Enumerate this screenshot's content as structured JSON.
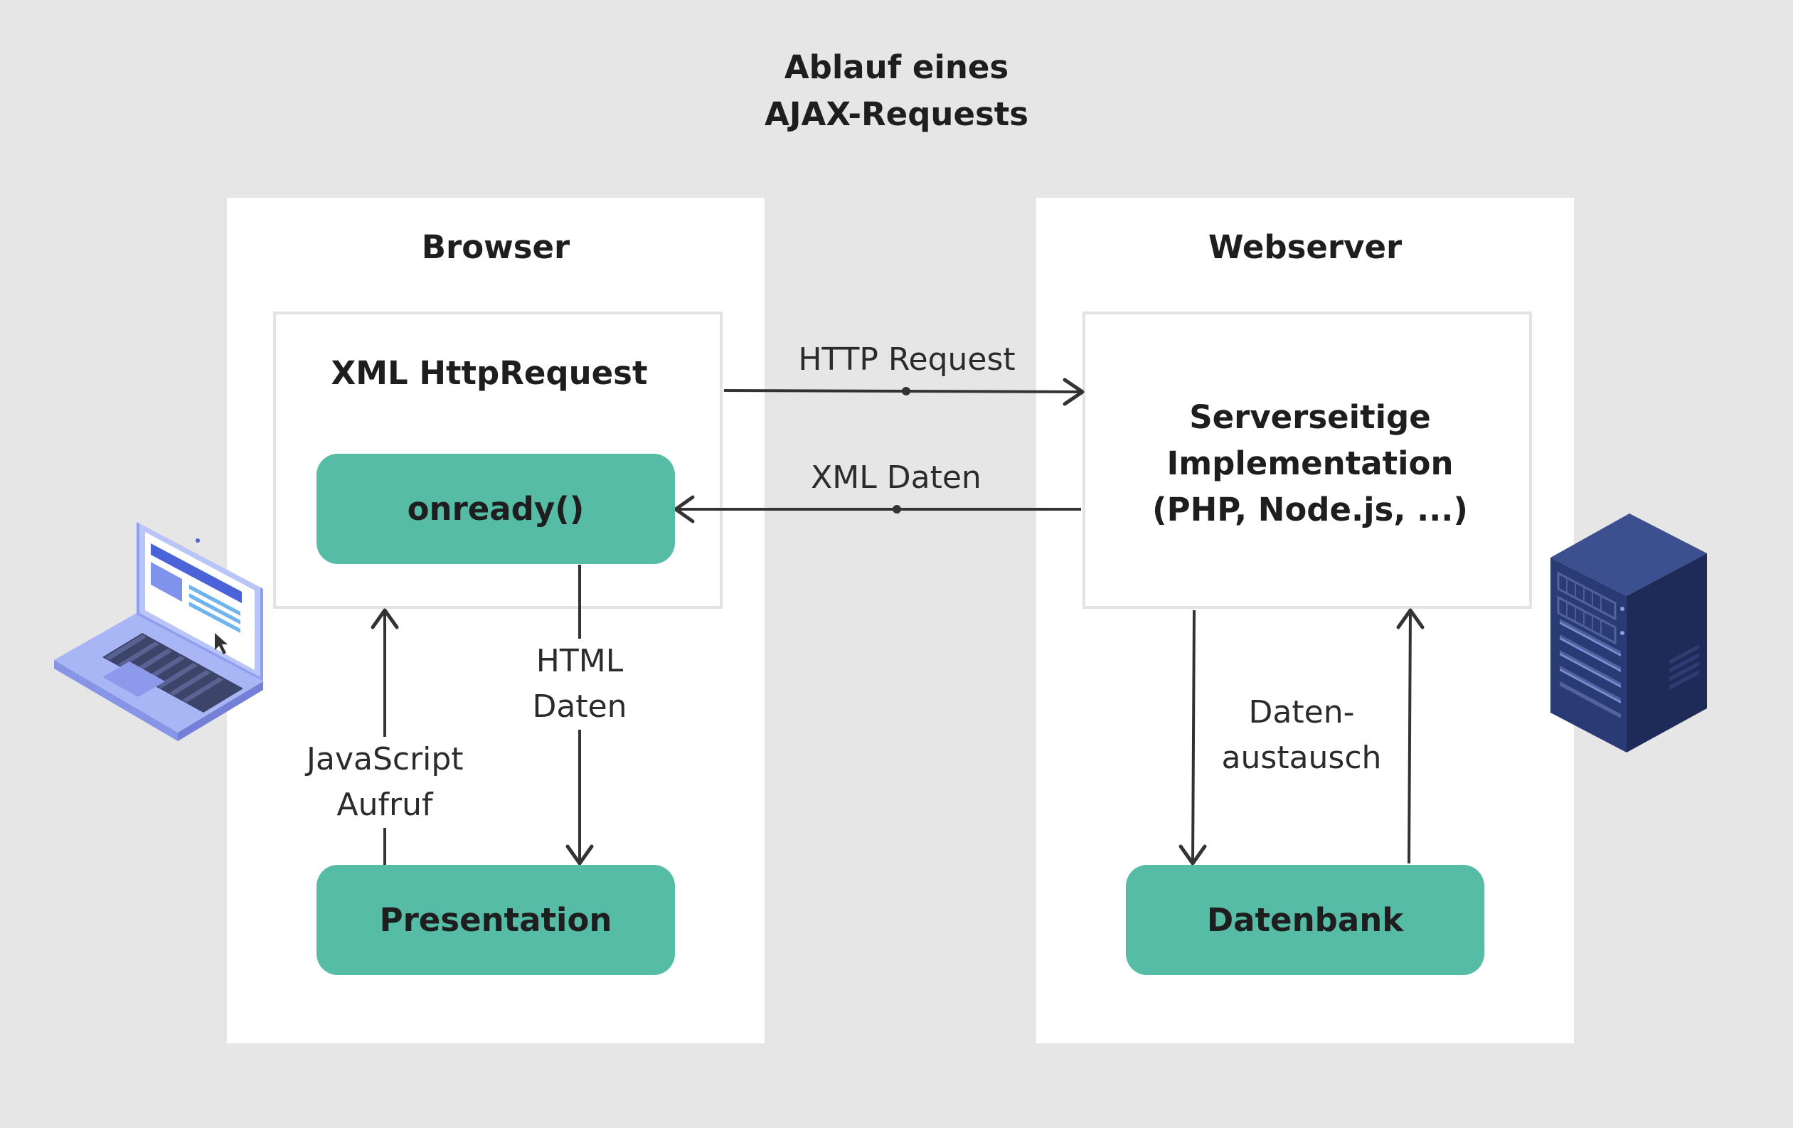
{
  "title": {
    "line1": "Ablauf eines",
    "line2": "AJAX-Requests"
  },
  "browser": {
    "title": "Browser",
    "xhr_box": {
      "title": "XML HttpRequest",
      "onready": "onready()"
    },
    "presentation": "Presentation",
    "js_call": {
      "line1": "JavaScript",
      "line2": "Aufruf"
    },
    "html_data": {
      "line1": "HTML",
      "line2": "Daten"
    }
  },
  "webserver": {
    "title": "Webserver",
    "impl_box": {
      "line1": "Serverseitige",
      "line2": "Implementation",
      "line3": "(PHP, Node.js, ...)"
    },
    "database": "Datenbank",
    "exchange": {
      "line1": "Daten-",
      "line2": "austausch"
    }
  },
  "connections": {
    "http_request": "HTTP Request",
    "xml_data": "XML Daten"
  },
  "icons": {
    "client": "laptop-icon",
    "server": "server-rack-icon"
  },
  "colors": {
    "background": "#e6e6e6",
    "panel": "#ffffff",
    "pill": "#57bca5",
    "arrow": "#333333",
    "laptop": "#a9b6f5",
    "server": "#2f3f7a"
  }
}
